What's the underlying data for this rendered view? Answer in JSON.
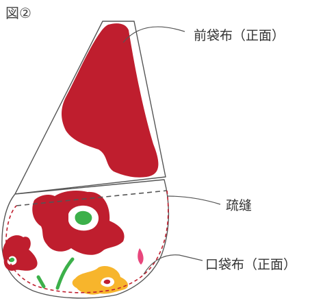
{
  "figure_label": "図②",
  "labels": {
    "front_fabric": "前袋布（正面）",
    "seam": "疏缝",
    "pocket_fabric": "口袋布（正面）"
  },
  "colors": {
    "outline": "#555555",
    "front_fill": "#bf1e2e",
    "stitch": "#bf1e2e",
    "green": "#3cb04a",
    "yellow": "#f7b52c",
    "pink": "#e8467c",
    "leader": "#555555"
  }
}
